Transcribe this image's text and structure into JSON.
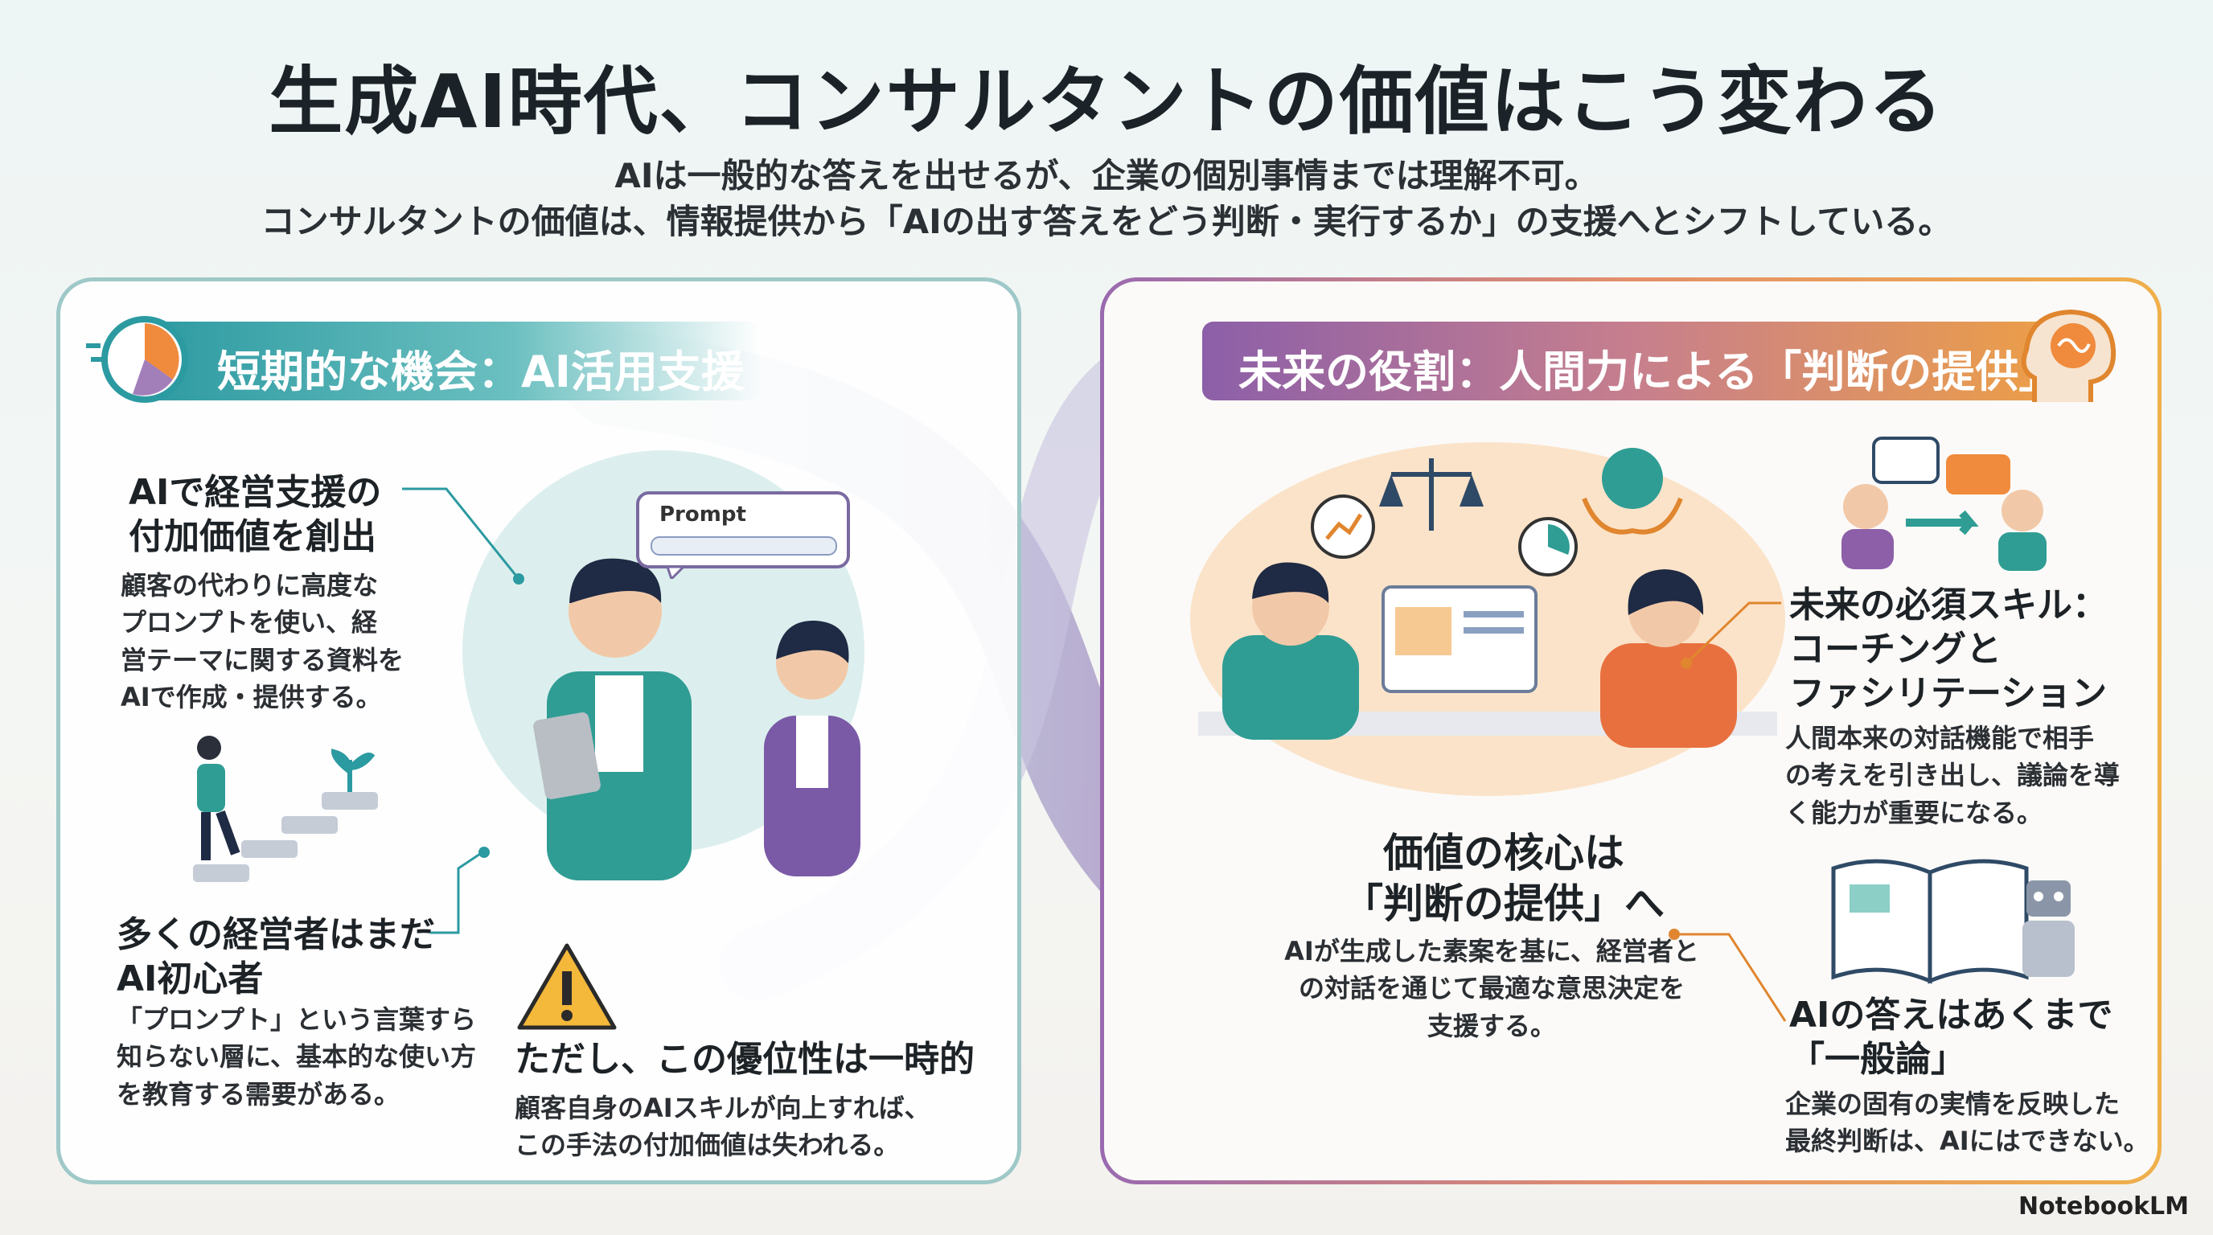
{
  "header": {
    "title": "生成AI時代、コンサルタントの価値はこう変わる",
    "subtitle_line1": "AIは一般的な答えを出せるが、企業の個別事情までは理解不可。",
    "subtitle_line2": "コンサルタントの価値は、情報提供から「AIの出す答えをどう判断・実行するか」の支援へとシフトしている。"
  },
  "left": {
    "banner": "短期的な機会：AI活用支援",
    "prompt_label": "Prompt",
    "box1": {
      "heading_l1": "AIで経営支援の",
      "heading_l2": "付加価値を創出",
      "body_l1": "顧客の代わりに高度な",
      "body_l2": "プロンプトを使い、経",
      "body_l3": "営テーマに関する資料を",
      "body_l4": "AIで作成・提供する。"
    },
    "box2": {
      "heading_l1": "多くの経営者はまだ",
      "heading_l2": "AI初心者",
      "body_l1": "「プロンプト」という言葉すら",
      "body_l2": "知らない層に、基本的な使い方",
      "body_l3": "を教育する需要がある。"
    },
    "box3": {
      "heading": "ただし、この優位性は一時的",
      "body_l1": "顧客自身のAIスキルが向上すれば、",
      "body_l2": "この手法の付加価値は失われる。"
    }
  },
  "right": {
    "banner": "未来の役割：人間力による「判断の提供」",
    "core": {
      "heading_l1": "価値の核心は",
      "heading_l2": "「判断の提供」へ",
      "body_l1": "AIが生成した素案を基に、経営者と",
      "body_l2": "の対話を通じて最適な意思決定を",
      "body_l3": "支援する。"
    },
    "skill": {
      "heading_l1": "未来の必須スキル：",
      "heading_l2": "コーチングと",
      "heading_l3": "ファシリテーション",
      "body_l1": "人間本来の対話機能で相手",
      "body_l2": "の考えを引き出し、議論を導",
      "body_l3": "く能力が重要になる。"
    },
    "ai": {
      "heading_l1": "AIの答えはあくまで",
      "heading_l2": "「一般論」",
      "body_l1": "企業の固有の実情を反映した",
      "body_l2": "最終判断は、AIにはできない。"
    }
  },
  "footer": {
    "logo": "NotebookLM"
  },
  "colors": {
    "teal": "#2c9aa1",
    "purple": "#8c5fa8",
    "orange": "#eea044"
  }
}
